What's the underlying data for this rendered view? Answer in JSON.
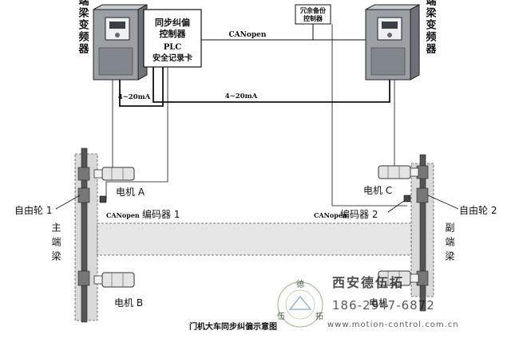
{
  "inverters": {
    "main_label": "主端梁变频器",
    "secondary_label": "副端梁变频器"
  },
  "controller": {
    "title_line1": "同步纠偏",
    "title_line2": "控制器",
    "plc": "PLC",
    "card": "安全记录卡"
  },
  "backup": {
    "line1": "冗余备份",
    "line2": "控制器"
  },
  "signals": {
    "canopen_top": "CANopen",
    "current_left": "4~20mA",
    "current_right": "4~20mA",
    "canopen_enc1": "CANopen",
    "canopen_enc2": "CANopen"
  },
  "motors": {
    "a": "电机 A",
    "b": "电机 B",
    "c": "电机 C",
    "d": "电机"
  },
  "encoders": {
    "e1": "编码器 1",
    "e2": "编码器 2"
  },
  "wheels": {
    "w1": "自由轮 1",
    "w2": "自由轮 2"
  },
  "beams": {
    "main": "主端梁",
    "secondary": "副端梁"
  },
  "caption": "门机大车同步纠偏示意图",
  "watermark": {
    "company": "西安德伍拓",
    "phone": "186-2947-6872",
    "url": "www.motion-control.com.cn",
    "seal_chars": [
      "德",
      "伍",
      "拓"
    ]
  },
  "colors": {
    "beam_fill": "#d9d9d9",
    "rail_fill": "#e6e6e6",
    "watermark": "#2f6fb4",
    "seal": "#5aa33a"
  }
}
